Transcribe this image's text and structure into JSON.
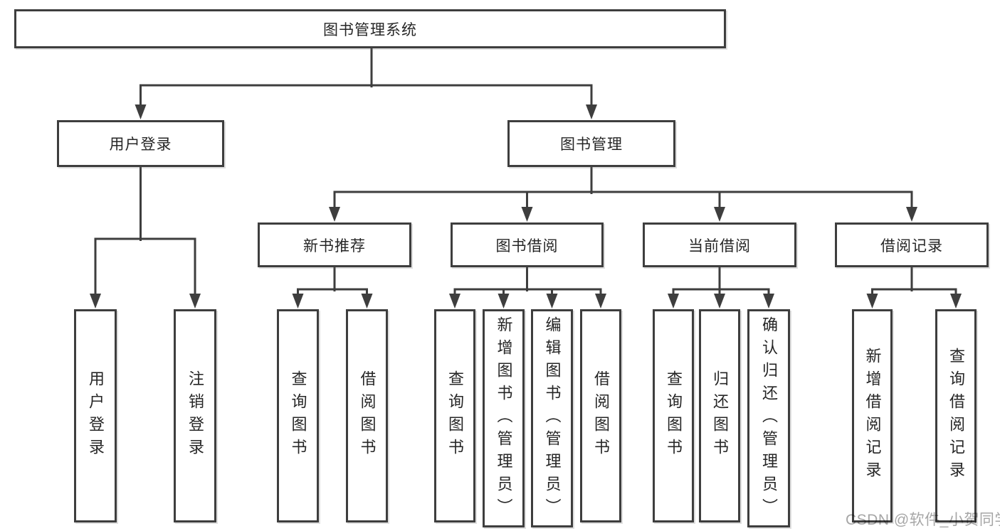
{
  "tree": {
    "root": {
      "label": "图书管理系统"
    },
    "branches": [
      {
        "label": "用户登录",
        "children": [
          {
            "label": "用户登录"
          },
          {
            "label": "注销登录"
          }
        ]
      },
      {
        "label": "图书管理",
        "children": [
          {
            "label": "新书推荐",
            "children": [
              {
                "label": "查询图书"
              },
              {
                "label": "借阅图书"
              }
            ]
          },
          {
            "label": "图书借阅",
            "children": [
              {
                "label": "查询图书"
              },
              {
                "label": "新增图书（管理员）"
              },
              {
                "label": "编辑图书（管理员）"
              },
              {
                "label": "借阅图书"
              }
            ]
          },
          {
            "label": "当前借阅",
            "children": [
              {
                "label": "查询图书"
              },
              {
                "label": "归还图书"
              },
              {
                "label": "确认归还（管理员）"
              }
            ]
          },
          {
            "label": "借阅记录",
            "children": [
              {
                "label": "新增借阅记录"
              },
              {
                "label": "查询借阅记录"
              }
            ]
          }
        ]
      }
    ]
  },
  "watermark": "CSDN @软件_小贺同学",
  "colors": {
    "line": "#3e3e3e",
    "box_border": "#3e3e3e",
    "text": "#262626",
    "background": "#ffffff",
    "watermark": "#a0a0a0"
  }
}
